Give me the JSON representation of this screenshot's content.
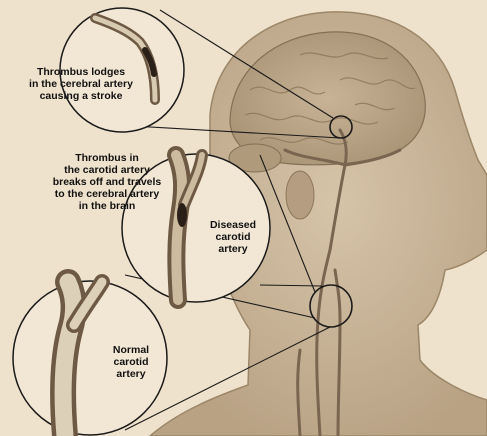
{
  "labels": {
    "thrombus_lodges": "Thrombus lodges\nin the cerebral artery\ncausing a stroke",
    "thrombus_breaks": "Thrombus in\nthe carotid artery\nbreaks off and travels\nto the cerebral artery\nin the brain",
    "diseased_artery": "Diseased\ncarotid\nartery",
    "normal_artery": "Normal\ncarotid\nartery"
  },
  "colors": {
    "background": "#efe2cc",
    "head": "#c9b59a",
    "brain": "#b8a386",
    "vessel": "#7a6650",
    "outline": "#1a1a1a"
  }
}
